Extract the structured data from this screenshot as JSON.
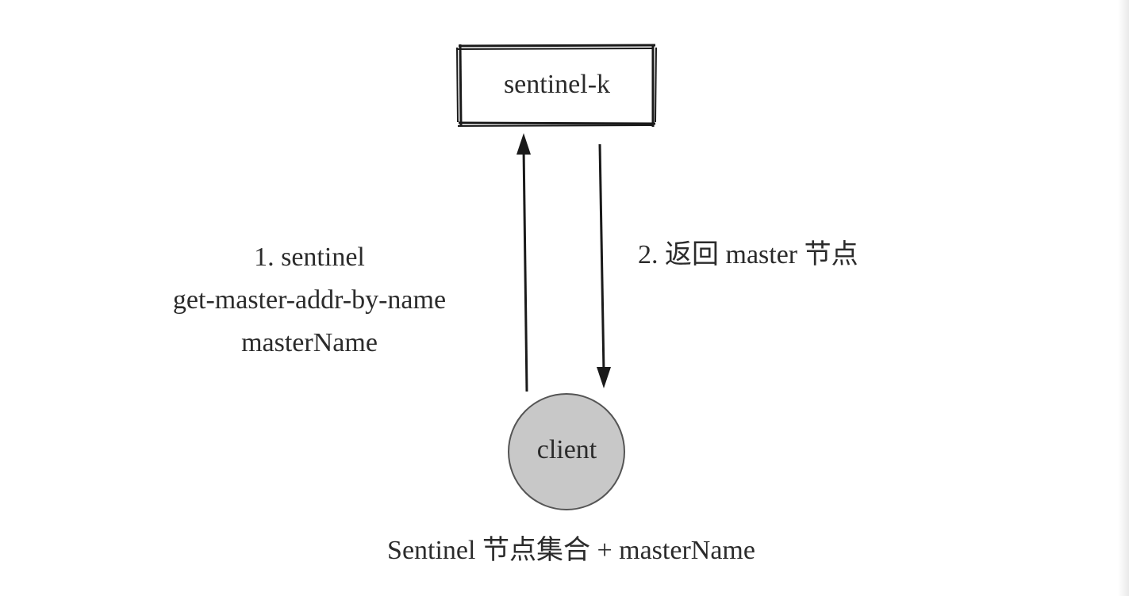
{
  "nodes": {
    "sentinel": {
      "label": "sentinel-k"
    },
    "client": {
      "label": "client",
      "fill": "#c8c8c8"
    }
  },
  "edges": {
    "request": {
      "lines": [
        "1. sentinel",
        "get-master-addr-by-name",
        "masterName"
      ]
    },
    "response": {
      "label": "2. 返回 master 节点"
    }
  },
  "caption": "Sentinel 节点集合 + masterName",
  "colors": {
    "stroke": "#1a1a1a",
    "text": "#2b2b2b",
    "client_fill": "#c8c8c8"
  }
}
